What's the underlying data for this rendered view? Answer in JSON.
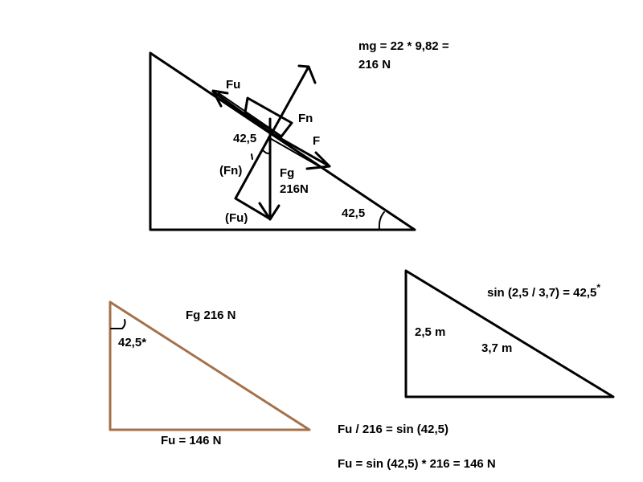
{
  "incline": {
    "mg_line1": "mg = 22 * 9,82 =",
    "mg_line2": "216 N",
    "fu_label": "Fu",
    "fn_label": "Fn",
    "f_label": "F",
    "angle_block_label": "42,5",
    "fn_component_label": "(Fn)",
    "fg_label": "Fg",
    "fg_value": "216N",
    "fu_component_label": "(Fu)",
    "angle_base_label": "42,5"
  },
  "force_triangle": {
    "color": "#a5714a",
    "fg_label": "Fg 216 N",
    "angle_label": "42,5*",
    "fu_label": "Fu = 146 N"
  },
  "dimension_triangle": {
    "formula": "sin (2,5 / 3,7) = 42,5",
    "formula_star": "*",
    "height_label": "2,5 m",
    "hyp_label": "3,7 m"
  },
  "equations": {
    "line1": "Fu / 216 = sin (42,5)",
    "line2": "Fu = sin (42,5) * 216 = 146 N"
  }
}
